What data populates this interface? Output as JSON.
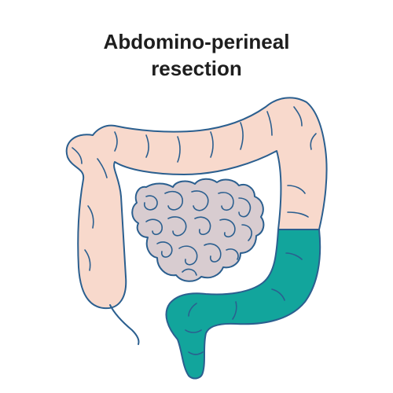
{
  "title": {
    "line1": "Abdomino-perineal",
    "line2": "resection"
  },
  "colors": {
    "colon_fill": "#f8d9cc",
    "small_intestine_fill": "#d8ccd0",
    "resected_section_fill": "#12a59c",
    "outline": "#2b5f8f"
  },
  "illustration": {
    "subject": "large and small intestine",
    "highlighted_region": "rectum and sigmoid colon"
  }
}
